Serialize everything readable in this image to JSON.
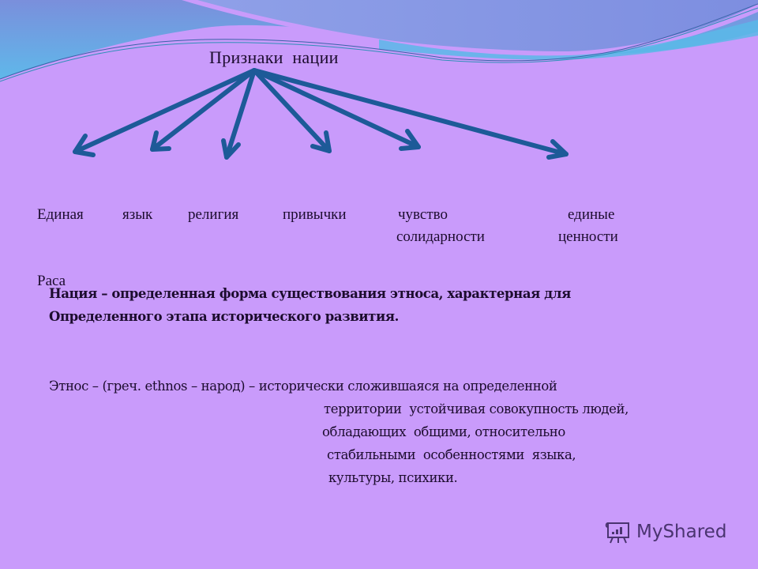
{
  "slide": {
    "background_color": "#c99bfb",
    "arrow_color": "#1d5a98",
    "text_color": "#1c0c2e"
  },
  "diagram": {
    "title": "Признаки  нации",
    "features": [
      {
        "line1": "Единая",
        "line2": "Раса"
      },
      {
        "line1": "язык",
        "line2": ""
      },
      {
        "line1": "религия",
        "line2": ""
      },
      {
        "line1": "привычки",
        "line2": ""
      },
      {
        "line1": "чувство",
        "line2": "солидарности"
      },
      {
        "line1": "единые",
        "line2": "ценности"
      }
    ]
  },
  "definitions": {
    "nation": {
      "line1": "Нация – определенная форма существования этноса, характерная для",
      "line2": "Определенного этапа исторического развития."
    },
    "ethnos": {
      "lines": [
        "Этнос – (греч. ethnos – народ) – исторически сложившаяся на определенной",
        "территории  устойчивая совокупность людей,",
        "обладающих  общими, относительно",
        "стабильными  особенностями  языка,",
        "культуры, психики."
      ]
    }
  },
  "watermark": {
    "label": "MyShared",
    "icon": "presentation-board-icon"
  }
}
